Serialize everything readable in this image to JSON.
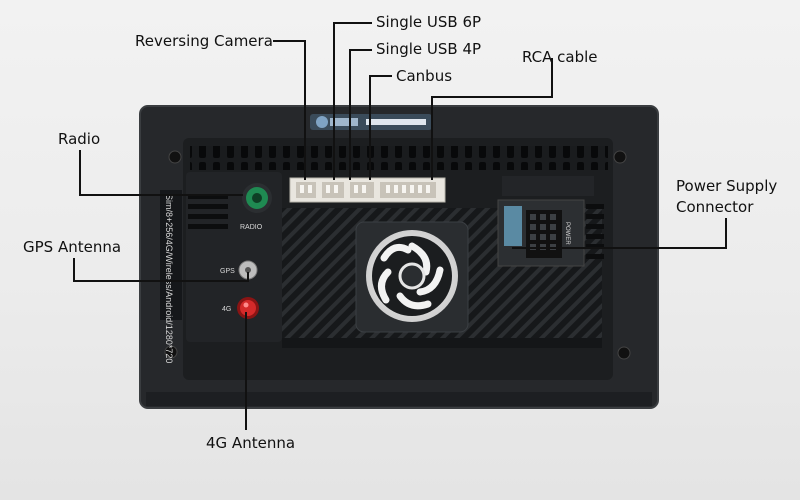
{
  "diagram": {
    "labels": {
      "reversing_camera": "Reversing Camera",
      "single_usb_6p": "Single USB 6P",
      "single_usb_4p": "Single USB 4P",
      "canbus": "Canbus",
      "rca_cable": "RCA cable",
      "radio": "Radio",
      "gps_antenna": "GPS Antenna",
      "power_supply_line1": "Power Supply",
      "power_supply_line2": "Connector",
      "antenna_4g": "4G Antenna"
    },
    "device_print": {
      "radio_port": "RADIO",
      "gps_port": "GPS",
      "port_4g": "4G",
      "power_port": "POWER",
      "side_spec": "Sim/8+256/4G/Wireless/Android/1280*720"
    },
    "colors": {
      "background": "#eeeeee",
      "frame": "#26282b",
      "body": "#1c1e20",
      "leader_line": "#111111",
      "radio_jack": "#1f8a52",
      "antenna_4g_jack": "#d42a2a",
      "gps_jack": "#c9c9c9",
      "connector_white": "#e9e6df"
    }
  }
}
